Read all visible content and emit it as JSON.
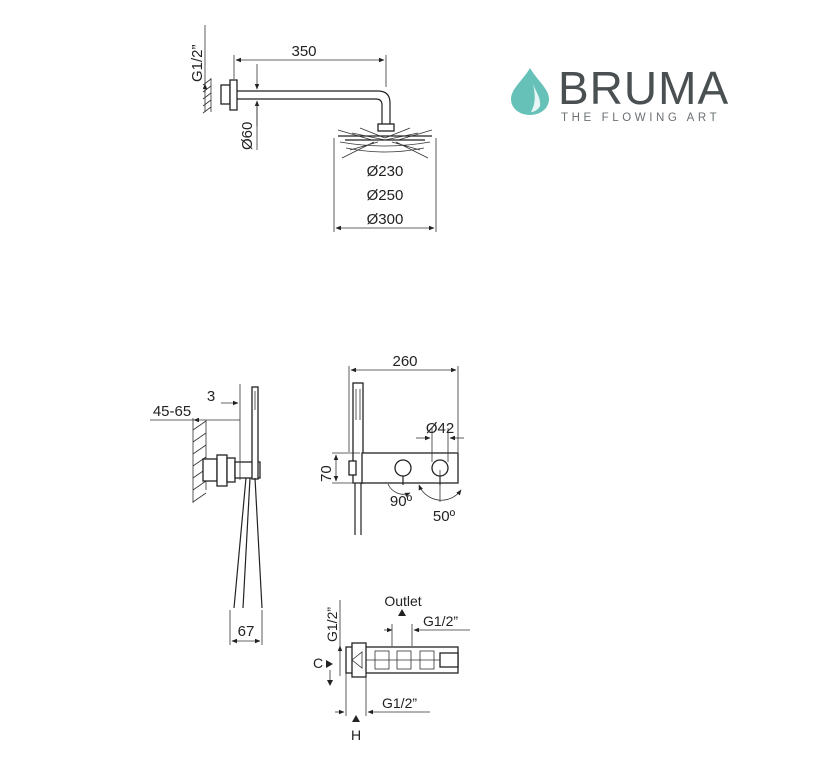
{
  "brand": {
    "name": "BRUMA",
    "tagline": "THE FLOWING ART",
    "color": "#66c2b8"
  },
  "head_shower": {
    "arm_length": "350",
    "inlet_thread": "G1/2”",
    "flange_diameter": "Ø60",
    "head_diameters": [
      "Ø230",
      "Ø250",
      "Ø300"
    ]
  },
  "hand_shower_side": {
    "depth_range": "45-65",
    "wall_gap": "3",
    "projection": "67"
  },
  "mixer_front": {
    "width": "260",
    "knob_diameter": "Ø42",
    "height": "70",
    "angle_left": "90º",
    "angle_right": "50º"
  },
  "valve_body": {
    "outlet_label": "Outlet",
    "outlet_thread": "G1/2”",
    "side_thread": "G1/2”",
    "cold_label": "C",
    "hot_label": "H",
    "hot_thread": "G1/2”"
  }
}
